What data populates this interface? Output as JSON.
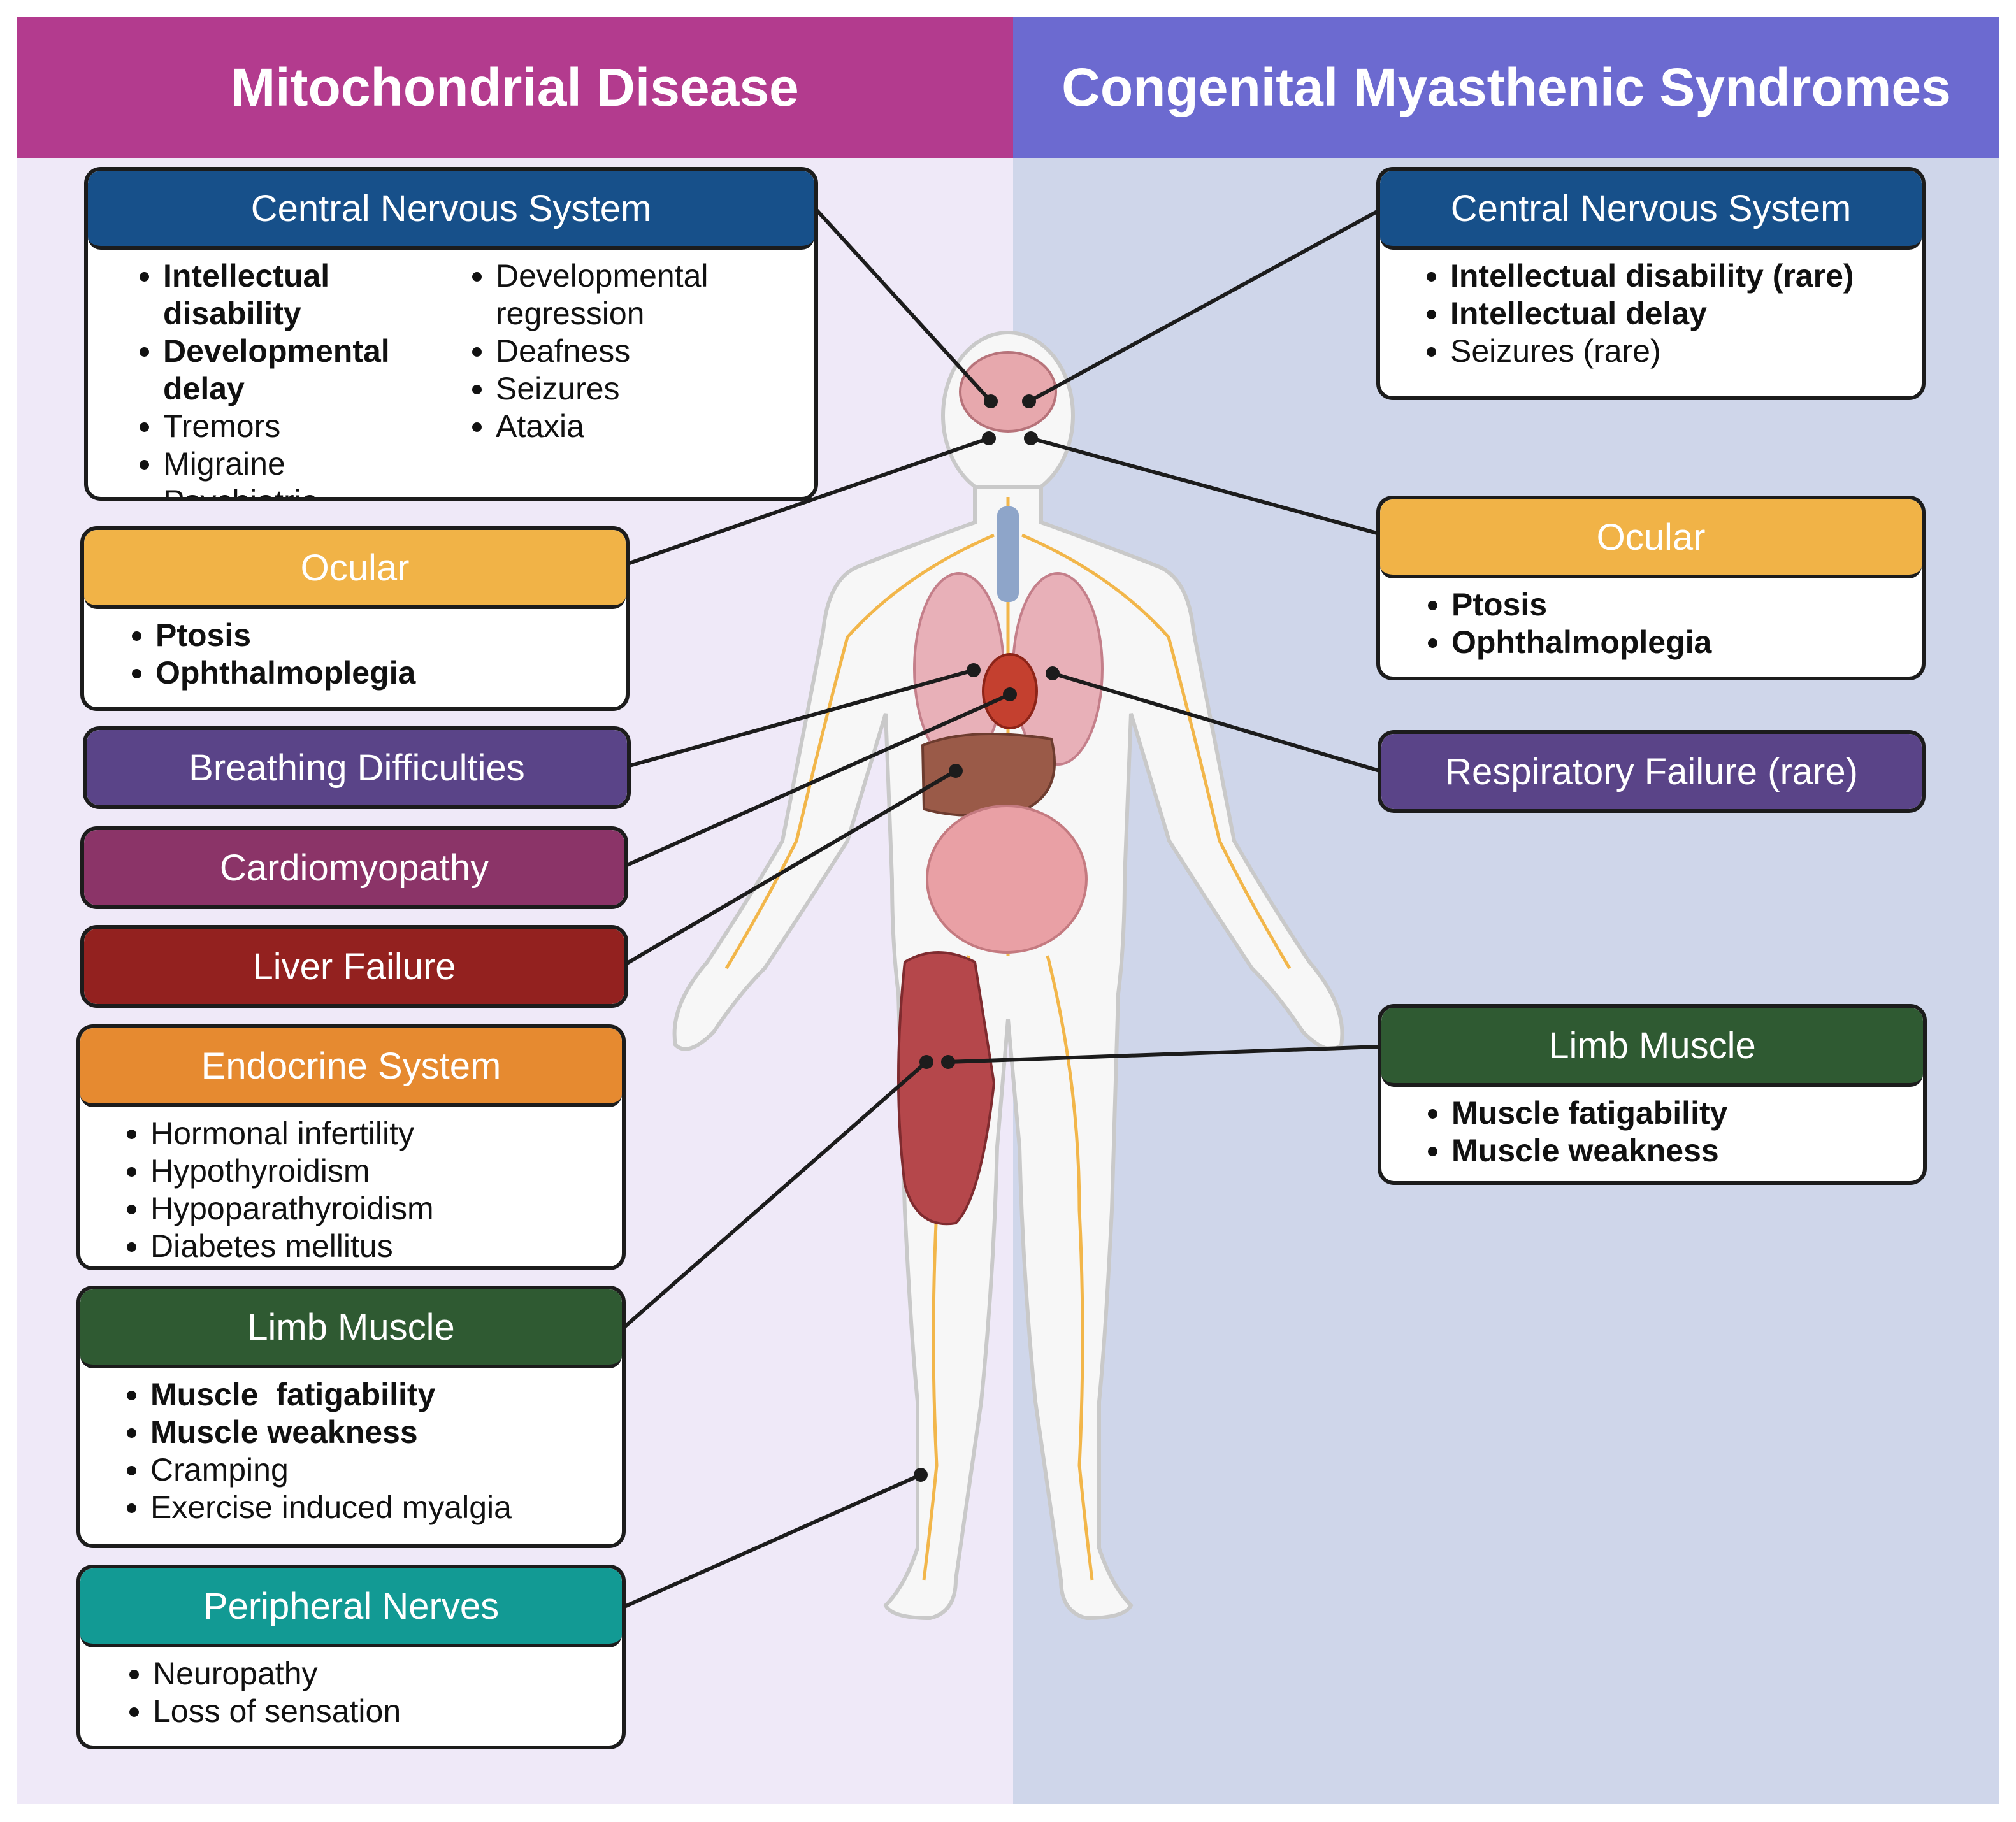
{
  "left": {
    "title": "Mitochondrial Disease",
    "cns": {
      "title": "Central Nervous System",
      "col1": [
        {
          "text": "Intellectual disability",
          "bold": true
        },
        {
          "text": "Developmental delay",
          "bold": true
        },
        {
          "text": "Tremors",
          "bold": false
        },
        {
          "text": "Migraine",
          "bold": false
        },
        {
          "text": "Psychiatric symptoms",
          "bold": false
        }
      ],
      "col2": [
        {
          "text": "Developmental regression",
          "bold": false
        },
        {
          "text": "Deafness",
          "bold": false
        },
        {
          "text": "Seizures",
          "bold": false
        },
        {
          "text": "Ataxia",
          "bold": false
        }
      ]
    },
    "ocular": {
      "title": "Ocular",
      "items": [
        {
          "text": "Ptosis",
          "bold": true
        },
        {
          "text": "Ophthalmoplegia",
          "bold": true
        }
      ]
    },
    "breathing": {
      "title": "Breathing Difficulties"
    },
    "cardio": {
      "title": "Cardiomyopathy"
    },
    "liver": {
      "title": "Liver Failure"
    },
    "endocrine": {
      "title": "Endocrine System",
      "items": [
        {
          "text": "Hormonal infertility",
          "bold": false
        },
        {
          "text": "Hypothyroidism",
          "bold": false
        },
        {
          "text": "Hypoparathyroidism",
          "bold": false
        },
        {
          "text": "Diabetes mellitus",
          "bold": false
        }
      ]
    },
    "limb": {
      "title": "Limb Muscle",
      "items": [
        {
          "text": "Muscle  fatigability",
          "bold": true
        },
        {
          "text": "Muscle weakness",
          "bold": true
        },
        {
          "text": "Cramping",
          "bold": false
        },
        {
          "text": "Exercise induced myalgia",
          "bold": false
        }
      ]
    },
    "peripheral": {
      "title": "Peripheral Nerves",
      "items": [
        {
          "text": "Neuropathy",
          "bold": false
        },
        {
          "text": "Loss of sensation",
          "bold": false
        }
      ]
    }
  },
  "right": {
    "title": "Congenital Myasthenic Syndromes",
    "cns": {
      "title": "Central Nervous System",
      "items": [
        {
          "text": "Intellectual disability (rare)",
          "bold": true
        },
        {
          "text": "Intellectual delay",
          "bold": true
        },
        {
          "text": "Seizures (rare)",
          "bold": false
        }
      ]
    },
    "ocular": {
      "title": "Ocular",
      "items": [
        {
          "text": "Ptosis",
          "bold": true
        },
        {
          "text": "Ophthalmoplegia",
          "bold": true
        }
      ]
    },
    "respiratory": {
      "title": "Respiratory Failure (rare)"
    },
    "limb": {
      "title": "Limb Muscle",
      "items": [
        {
          "text": "Muscle fatigability",
          "bold": true
        },
        {
          "text": "Muscle weakness",
          "bold": true
        }
      ]
    }
  },
  "colors": {
    "left_header": "#b33b8e",
    "right_header": "#6c6ad0",
    "cns": "#17508a",
    "ocular": "#f1b347",
    "breathing": "#5a4488",
    "cardiomyopathy": "#8b3468",
    "liver": "#93211f",
    "endocrine": "#e68a30",
    "limb_muscle": "#2f5a32",
    "peripheral_nerves": "#129a94",
    "nerves": "#f2b64a"
  }
}
